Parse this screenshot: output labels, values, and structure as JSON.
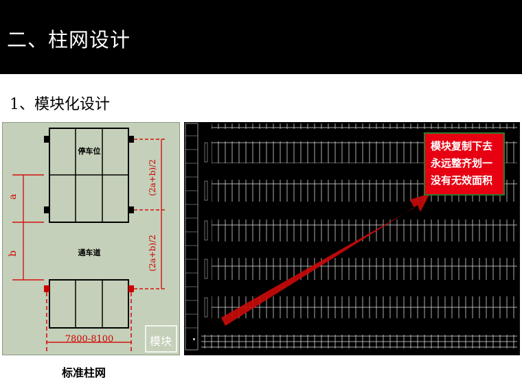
{
  "header": {
    "title": "二、柱网设计"
  },
  "section": {
    "subtitle": "1、模块化设计"
  },
  "diagram": {
    "parking_label": "停车位",
    "lane_label": "通车道",
    "dim_a": "a",
    "dim_b": "b",
    "dim_half_top": "(2a+b)/2",
    "dim_half_bottom": "(2a+b)/2",
    "width_range": "7800-8100",
    "module_label": "模块"
  },
  "callout": {
    "lines": [
      "模块复制下去",
      "永远整齐划一",
      "没有无效面积"
    ]
  },
  "caption": "标准柱网",
  "colors": {
    "panel_bg": "#c4d0b9",
    "callout_bg": "#e60012",
    "arrow": "#d01010",
    "dim_red": "#d41111"
  }
}
